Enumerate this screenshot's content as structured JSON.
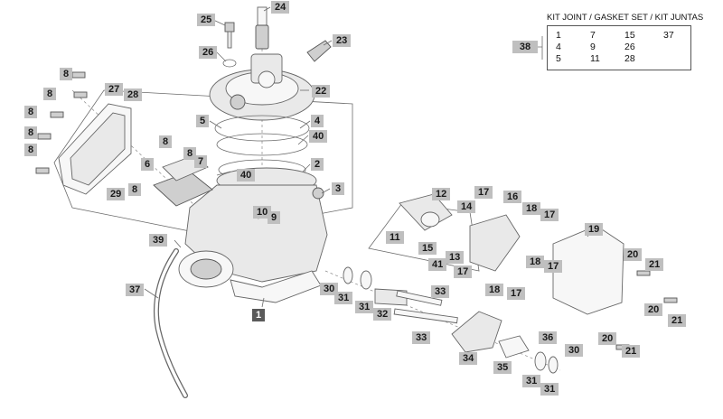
{
  "kit": {
    "title": "KIT JOINT / GASKET SET / KIT JUNTAS",
    "ref": "38",
    "cells": [
      "1",
      "7",
      "15",
      "37",
      "4",
      "9",
      "26",
      "5",
      "11",
      "28"
    ]
  },
  "callouts": [
    {
      "id": "c25",
      "label": "25"
    },
    {
      "id": "c24",
      "label": "24"
    },
    {
      "id": "c23",
      "label": "23"
    },
    {
      "id": "c26",
      "label": "26"
    },
    {
      "id": "c22",
      "label": "22"
    },
    {
      "id": "c8a",
      "label": "8"
    },
    {
      "id": "c27",
      "label": "27"
    },
    {
      "id": "c28",
      "label": "28"
    },
    {
      "id": "c8b",
      "label": "8"
    },
    {
      "id": "c8c",
      "label": "8"
    },
    {
      "id": "c8d",
      "label": "8"
    },
    {
      "id": "c5",
      "label": "5"
    },
    {
      "id": "c4",
      "label": "4"
    },
    {
      "id": "c40a",
      "label": "40"
    },
    {
      "id": "c8e",
      "label": "8"
    },
    {
      "id": "c8f",
      "label": "8"
    },
    {
      "id": "c7",
      "label": "7"
    },
    {
      "id": "c6",
      "label": "6"
    },
    {
      "id": "c40b",
      "label": "40"
    },
    {
      "id": "c2",
      "label": "2"
    },
    {
      "id": "c3",
      "label": "3"
    },
    {
      "id": "c8g",
      "label": "8"
    },
    {
      "id": "c29",
      "label": "29"
    },
    {
      "id": "c8h",
      "label": "8"
    },
    {
      "id": "c10",
      "label": "10"
    },
    {
      "id": "c9",
      "label": "9"
    },
    {
      "id": "c39",
      "label": "39"
    },
    {
      "id": "c37",
      "label": "37"
    },
    {
      "id": "c1",
      "label": "1"
    },
    {
      "id": "c12",
      "label": "12"
    },
    {
      "id": "c14",
      "label": "14"
    },
    {
      "id": "c17a",
      "label": "17"
    },
    {
      "id": "c16",
      "label": "16"
    },
    {
      "id": "c18a",
      "label": "18"
    },
    {
      "id": "c17b",
      "label": "17"
    },
    {
      "id": "c19",
      "label": "19"
    },
    {
      "id": "c11",
      "label": "11"
    },
    {
      "id": "c15",
      "label": "15"
    },
    {
      "id": "c13",
      "label": "13"
    },
    {
      "id": "c41",
      "label": "41"
    },
    {
      "id": "c17c",
      "label": "17"
    },
    {
      "id": "c18b",
      "label": "18"
    },
    {
      "id": "c17d",
      "label": "17"
    },
    {
      "id": "c18c",
      "label": "18"
    },
    {
      "id": "c17e",
      "label": "17"
    },
    {
      "id": "c20a",
      "label": "20"
    },
    {
      "id": "c21a",
      "label": "21"
    },
    {
      "id": "c20b",
      "label": "20"
    },
    {
      "id": "c21b",
      "label": "21"
    },
    {
      "id": "c30a",
      "label": "30"
    },
    {
      "id": "c31a",
      "label": "31"
    },
    {
      "id": "c31b",
      "label": "31"
    },
    {
      "id": "c32",
      "label": "32"
    },
    {
      "id": "c33a",
      "label": "33"
    },
    {
      "id": "c33b",
      "label": "33"
    },
    {
      "id": "c34",
      "label": "34"
    },
    {
      "id": "c36",
      "label": "36"
    },
    {
      "id": "c35",
      "label": "35"
    },
    {
      "id": "c30b",
      "label": "30"
    },
    {
      "id": "c31c",
      "label": "31"
    },
    {
      "id": "c31d",
      "label": "31"
    },
    {
      "id": "c20c",
      "label": "20"
    },
    {
      "id": "c21c",
      "label": "21"
    }
  ]
}
